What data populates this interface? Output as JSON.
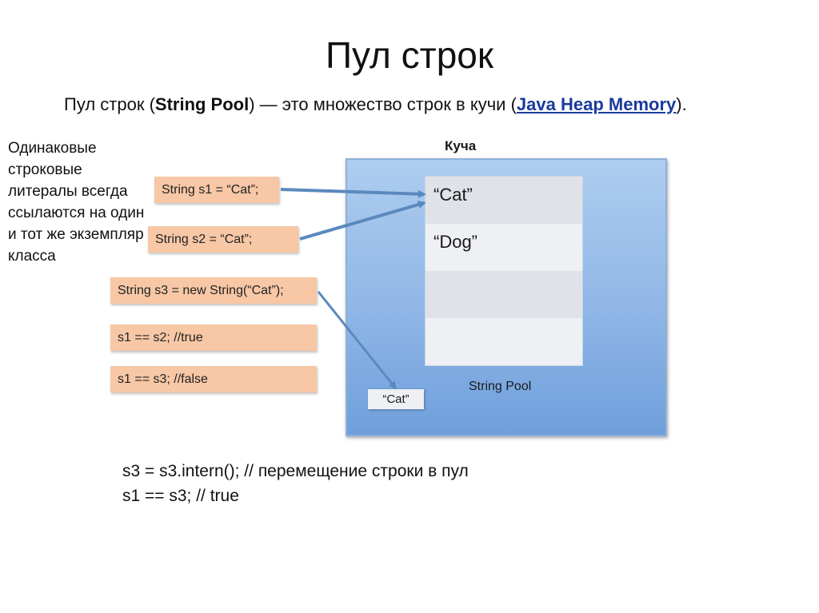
{
  "title": "Пул строк",
  "subtitle": {
    "prefix": "Пул строк (",
    "term": "String Pool",
    "middle": ") — это множество строк в кучи (",
    "link": "Java Heap Memory",
    "suffix": ")."
  },
  "side_note": "Одинаковые строковые литералы всегда ссылаются на один и тот же экземпляр класса",
  "diagram": {
    "heap_label": "Куча",
    "pool_label": "String Pool",
    "pool_slots": [
      "“Cat”",
      "“Dog”",
      "",
      ""
    ],
    "heap_object": "“Cat”",
    "colors": {
      "heap": "#8fb6e6",
      "code_box": "#f7c7a6",
      "arrow": "#5b89bd"
    }
  },
  "code_boxes": [
    "String s1 = “Cat”;",
    "String s2 = “Cat”;",
    "String s3 = new String(“Cat”);",
    "s1 == s2; //true",
    "s1 == s3; //false"
  ],
  "code_lines": [
    "s3 = s3.intern(); // перемещение строки в пул",
    "s1 == s3;  // true"
  ]
}
